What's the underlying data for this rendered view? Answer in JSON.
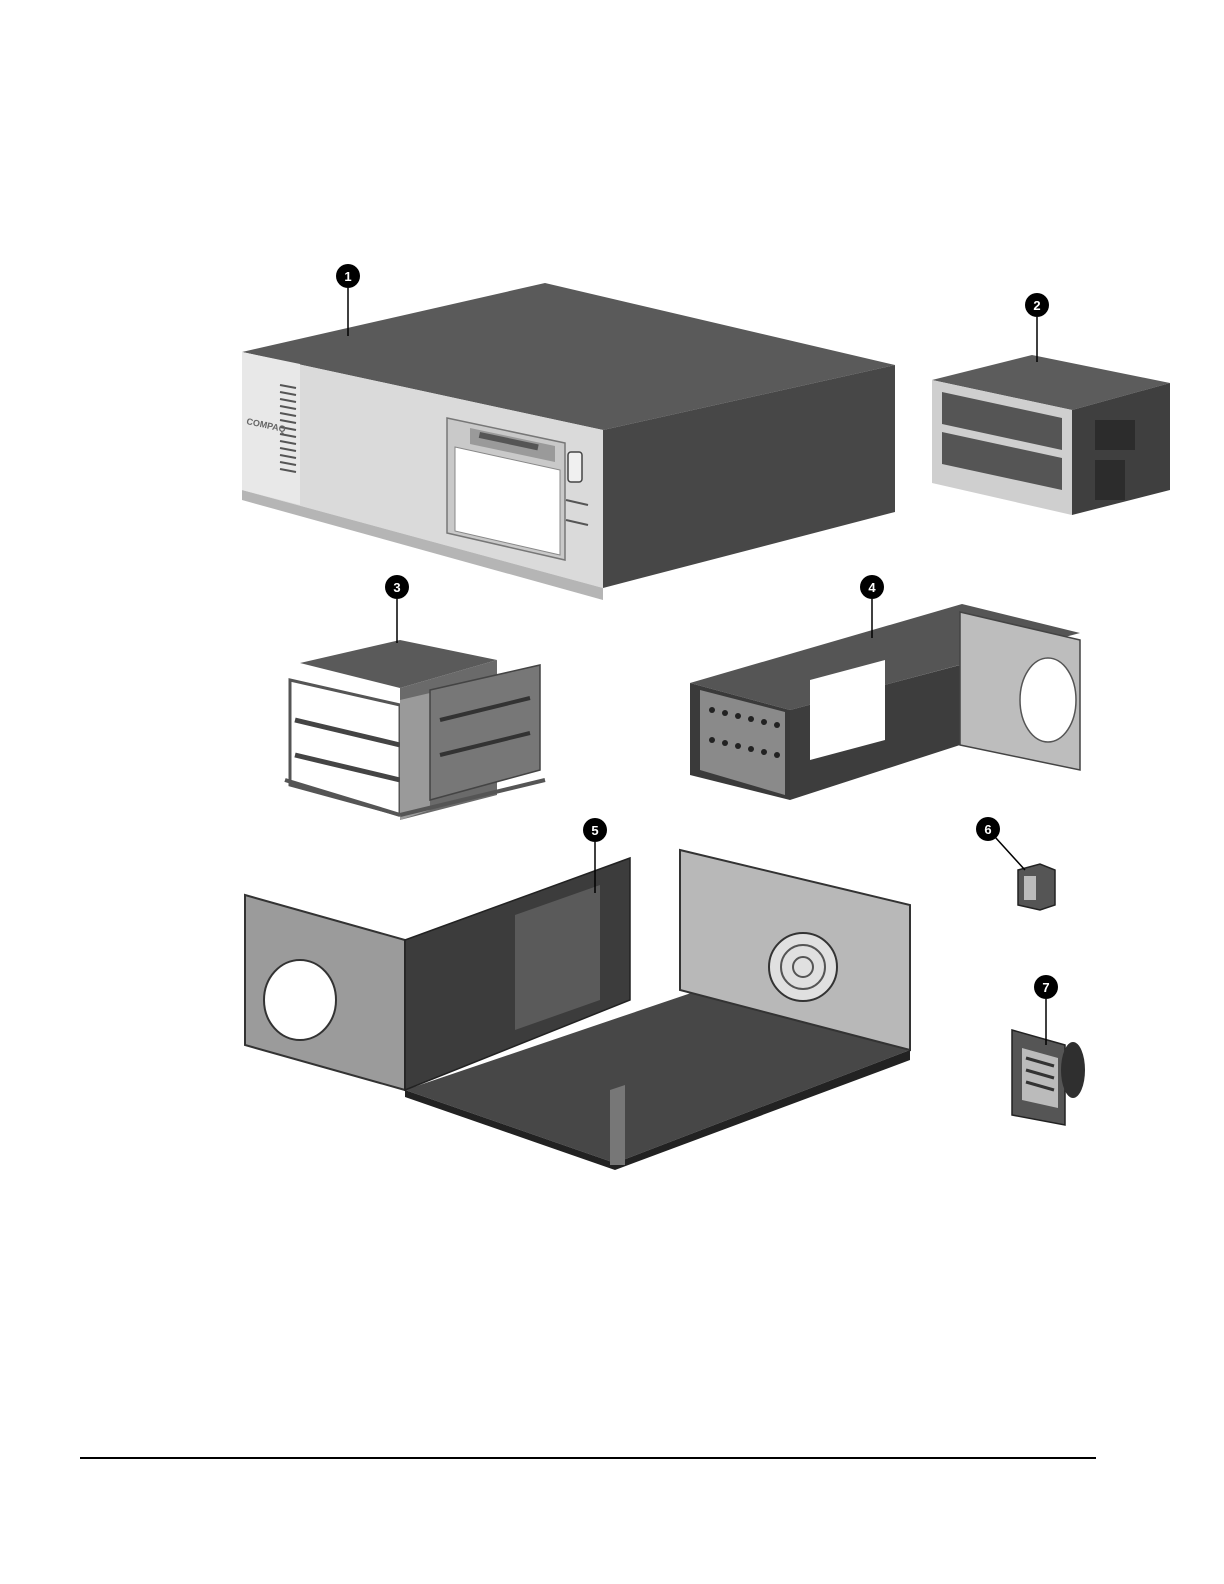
{
  "callouts": [
    {
      "number": "1",
      "part": "system-unit-cover"
    },
    {
      "number": "2",
      "part": "power-supply"
    },
    {
      "number": "3",
      "part": "drive-cage"
    },
    {
      "number": "4",
      "part": "card-support-bracket"
    },
    {
      "number": "5",
      "part": "chassis"
    },
    {
      "number": "6",
      "part": "power-switch-assembly"
    },
    {
      "number": "7",
      "part": "chassis-fan"
    }
  ],
  "front_bezel_logo": "COMPAQ",
  "colors": {
    "dark_metal": "#4a4a4a",
    "mid_metal": "#6e6e6e",
    "light_metal": "#cfcfcf",
    "bezel": "#dcdcdc",
    "callout_fill": "#000000",
    "rule": "#000000"
  }
}
